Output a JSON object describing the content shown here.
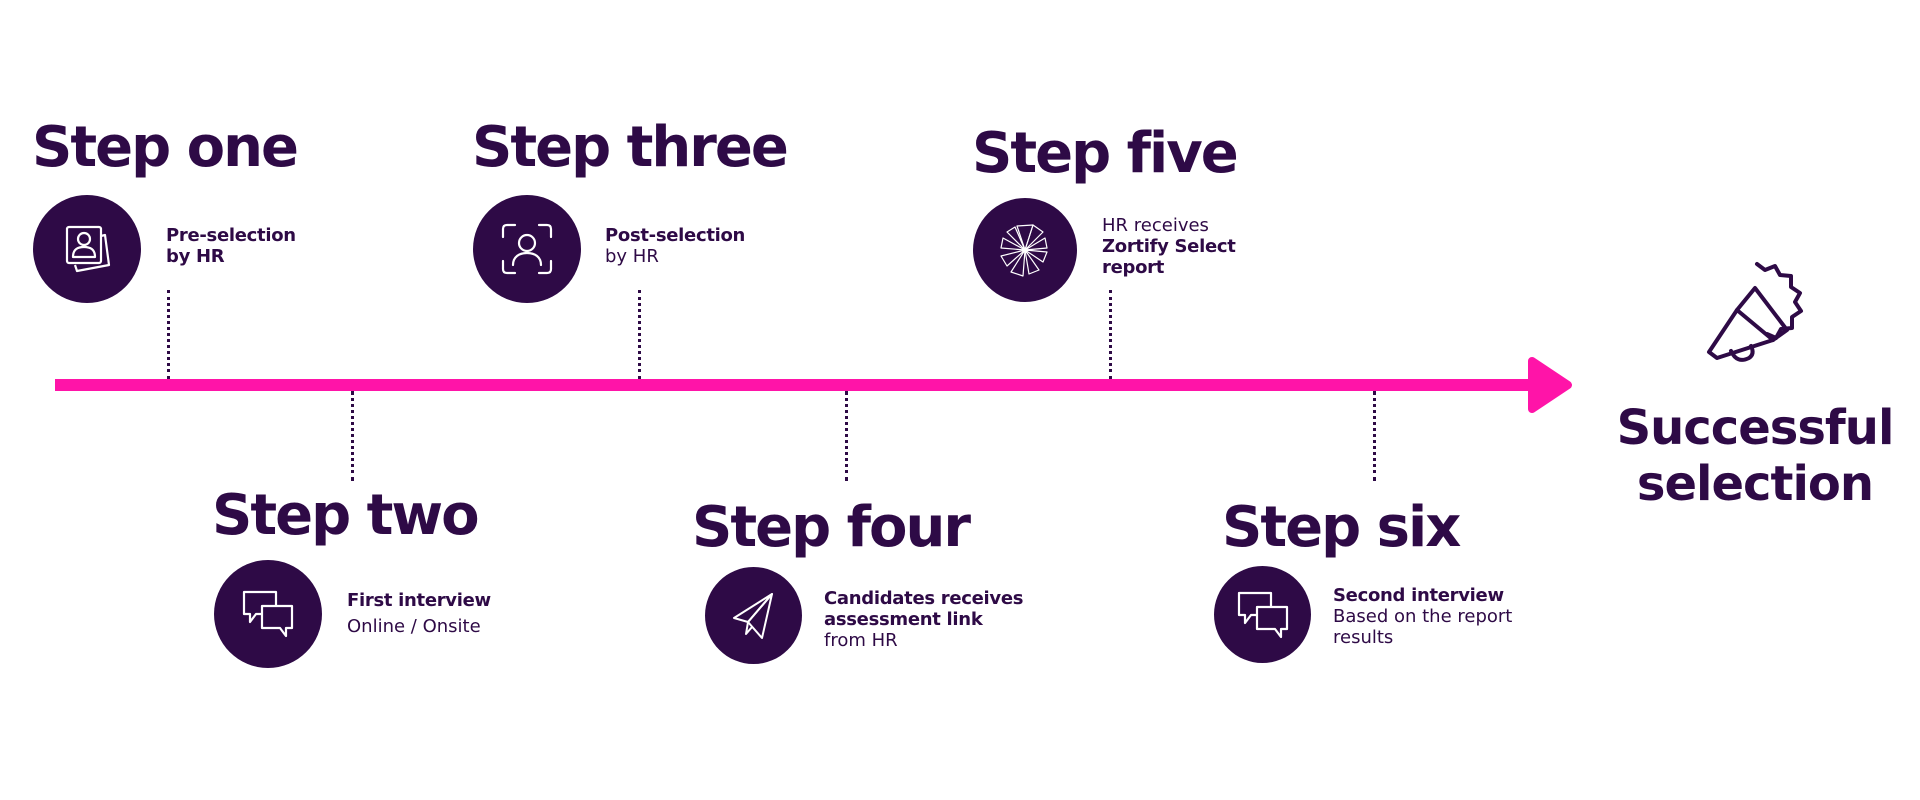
{
  "colors": {
    "primary": "#2E0A46",
    "accent": "#FF14A8",
    "background": "#FFFFFF"
  },
  "steps": [
    {
      "title": "Step one",
      "line1": "Pre-selection",
      "line2": "by HR",
      "line3": "",
      "icon": "portrait-stack-icon"
    },
    {
      "title": "Step two",
      "line1": "First interview",
      "line2": "Online / Onsite",
      "line3": "",
      "icon": "chat-bubbles-icon"
    },
    {
      "title": "Step three",
      "line1": "Post-selection",
      "line2": "by HR",
      "line3": "",
      "icon": "face-scan-icon"
    },
    {
      "title": "Step four",
      "line1": "Candidates receives",
      "line2": "assessment link",
      "line3": "from HR",
      "icon": "paper-plane-icon"
    },
    {
      "title": "Step five",
      "line1": "HR receives",
      "line2": "Zortify Select",
      "line3": "report",
      "icon": "radial-report-icon"
    },
    {
      "title": "Step six",
      "line1": "Second interview",
      "line2": "Based on the report",
      "line3": "results",
      "icon": "chat-bubbles-icon"
    }
  ],
  "final": {
    "line1": "Successful",
    "line2": "selection",
    "icon": "megaphone-badge-icon"
  }
}
